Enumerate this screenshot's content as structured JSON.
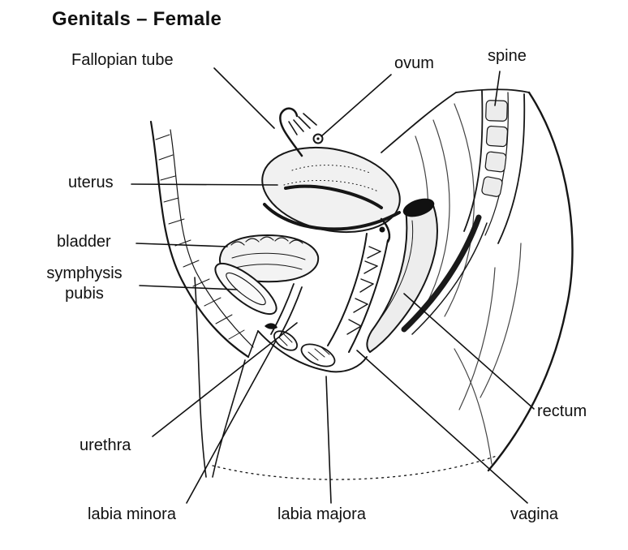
{
  "title": "Genitals – Female",
  "labels": {
    "fallopian_tube": "Fallopian tube",
    "ovum": "ovum",
    "spine": "spine",
    "uterus": "uterus",
    "bladder": "bladder",
    "symphysis_pubis": "symphysis\npubis",
    "urethra": "urethra",
    "labia_minora": "labia minora",
    "labia_majora": "labia majora",
    "vagina": "vagina",
    "rectum": "rectum"
  },
  "colors": {
    "line": "#161616",
    "fill_light": "#f1f1f1",
    "fill_dark": "#111111"
  }
}
